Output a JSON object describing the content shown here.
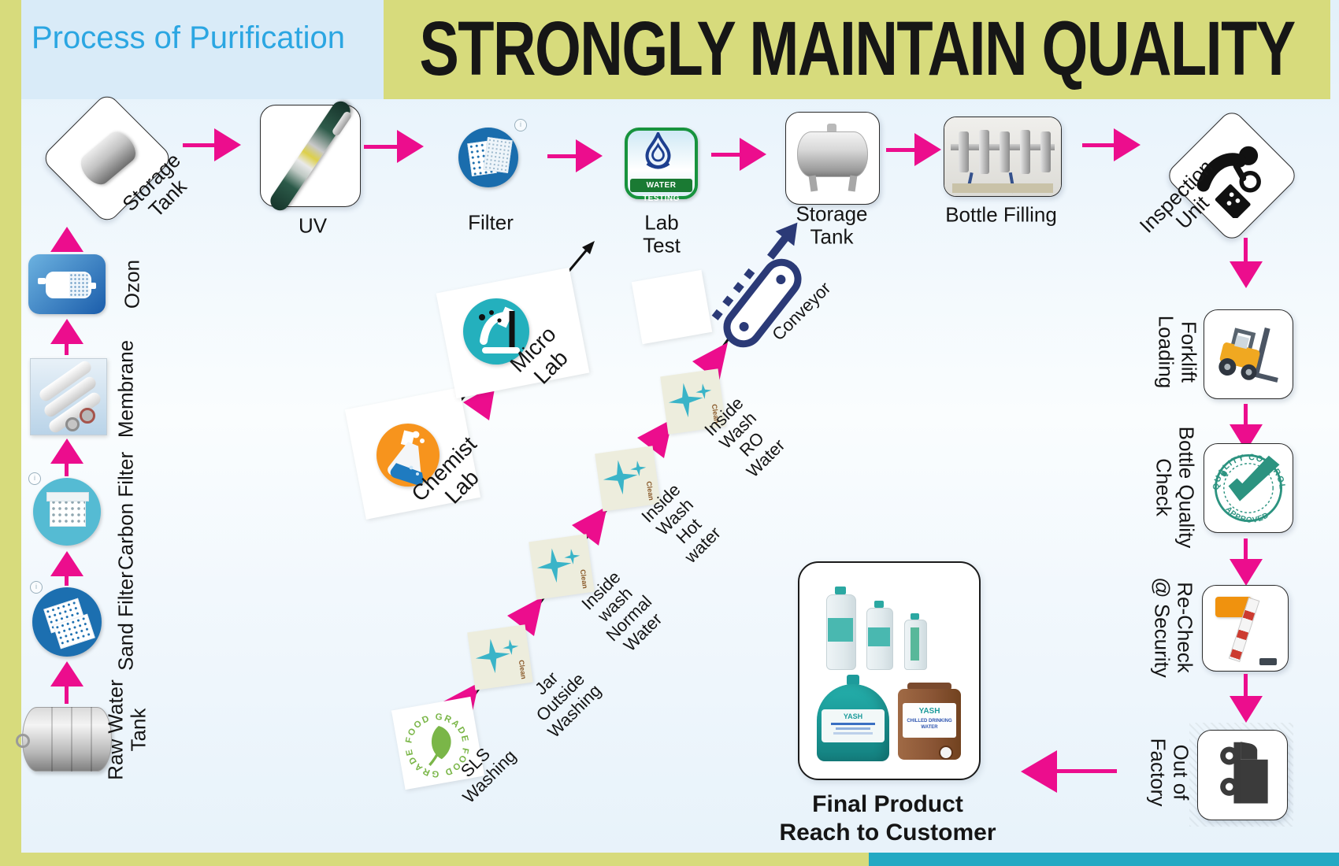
{
  "header": {
    "left_title": "Process of Purification",
    "main_title": "STRONGLY MAINTAIN QUALITY"
  },
  "colors": {
    "accent_pink": "#ec0d8d",
    "band_yellow": "#d7db7c",
    "band_teal": "#23a9c3",
    "title_blue": "#2ba6e2",
    "conveyor_navy": "#2b3a77",
    "seal_teal": "#2c9380",
    "food_grade_green": "#7ab648"
  },
  "left_flow": {
    "raw_water_tank": "Raw Water\nTank",
    "sand_filter": "Sand Filter",
    "carbon_filter": "Carbon Filter",
    "membrane": "Membrane",
    "ozon": "Ozon"
  },
  "top_flow": {
    "storage_tank_1": "Storage\nTank",
    "uv": "UV",
    "filter": "Filter",
    "lab_test": "Lab\nTest",
    "water_testing_banner": "WATER TESTING",
    "storage_tank_2": "Storage\nTank",
    "bottle_filling": "Bottle Filling",
    "inspection_unit": "Inspection\nUnit"
  },
  "right_flow": {
    "forklift_loading": "Forklift\nLoading",
    "bottle_quality_check": "Bottle Quality\nCheck",
    "recheck_security": "Re-Check\n@ Security",
    "out_of_factory": "Out of\nFactory",
    "quality_seal_top": "QUALITY CONTROL",
    "quality_seal_bottom": "APPROVED"
  },
  "wash_flow": {
    "sls_washing": "SLS\nWashing",
    "food_grade": "FOOD GRADE",
    "jar_outside_washing": "Jar\nOutside\nWashing",
    "inside_wash_normal": "Inside\nwash\nNormal\nWater",
    "inside_wash_hot": "Inside\nWash\nHot\nwater",
    "inside_wash_ro": "Inside\nWash\nRO\nWater",
    "conveyor": "Conveyor",
    "clean_badge": "Clean"
  },
  "labs": {
    "chemist_lab": "Chemist\nLab",
    "micro_lab": "Micro\nLab"
  },
  "final_product": {
    "line1": "Final Product",
    "line2": "Reach to Customer",
    "brand": "YASH",
    "product_text": "CHILLED DRINKING WATER"
  }
}
